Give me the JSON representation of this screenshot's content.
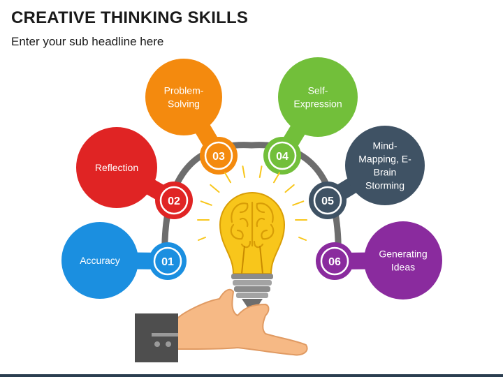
{
  "title": "CREATIVE THINKING SKILLS",
  "subtitle": "Enter your sub headline here",
  "colors": {
    "arc": "#6d6d6d",
    "text": "#1a1a1a",
    "bulb": "#f8c61b",
    "bulb_outline": "#d89d06",
    "hand": "#f6b985",
    "sleeve": "#4e4e4e",
    "bottom_bar": "#2b3e50"
  },
  "skills": [
    {
      "number": "01",
      "lines": [
        "Accuracy"
      ],
      "color": "#1b8fe0"
    },
    {
      "number": "02",
      "lines": [
        "Reflection"
      ],
      "color": "#e02424"
    },
    {
      "number": "03",
      "lines": [
        "Problem-",
        "Solving"
      ],
      "color": "#f48a0e"
    },
    {
      "number": "04",
      "lines": [
        "Self-",
        "Expression"
      ],
      "color": "#72bf3a"
    },
    {
      "number": "05",
      "lines": [
        "Mind-",
        "Mapping, E-",
        "Brain",
        "Storming"
      ],
      "color": "#3f5264"
    },
    {
      "number": "06",
      "lines": [
        "Generating",
        "Ideas"
      ],
      "color": "#8a2b9e"
    }
  ],
  "icons": [
    "lightbulb-icon",
    "brain-icon",
    "hand-icon",
    "shirt-cuff-icon"
  ]
}
